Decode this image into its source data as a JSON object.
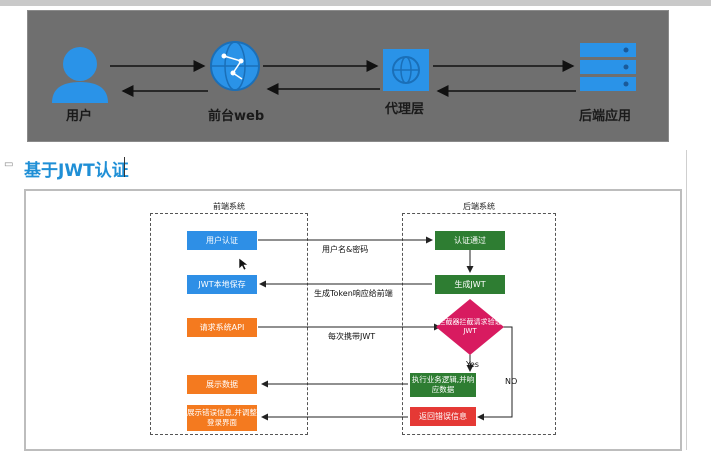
{
  "banner": {
    "labels": {
      "user": "用户",
      "frontend": "前台web",
      "proxy": "代理层",
      "backend": "后端应用"
    },
    "icons": [
      "user-icon",
      "globe-icon",
      "proxy-icon",
      "server-icon"
    ]
  },
  "section": {
    "title": "基于JWT认证"
  },
  "diagram": {
    "frontend_title": "前端系统",
    "backend_title": "后端系统",
    "nodes": {
      "user_auth": "用户认证",
      "jwt_save": "JWT本地保存",
      "request_api": "请求系统API",
      "show_data": "展示数据",
      "show_error": "展示错误信息,并调整登录界面",
      "auth_pass": "认证通过",
      "gen_jwt": "生成JWT",
      "intercept": "拦截器拦截请求验证JWT",
      "exec_logic": "执行业务逻辑,并响应数据",
      "return_error": "返回错误信息"
    },
    "edges": {
      "username_password": "用户名&密码",
      "token_response": "生成Token响应给前端",
      "carry_jwt": "每次携带JWT",
      "yes": "Yes",
      "no": "NO"
    }
  },
  "colors": {
    "blue": "#2e8fe6",
    "orange": "#f47a1f",
    "green": "#2e7d32",
    "red": "#e53935",
    "magenta": "#d81b60",
    "heading": "#1f8fd6"
  }
}
